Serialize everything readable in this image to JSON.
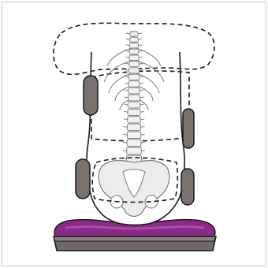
{
  "illustration": {
    "subject": "posterior-view-torso-spine-pelvis-lateral-supports-cushion",
    "colors": {
      "frame_border": "#c8c8c8",
      "outline": "#1a1a1a",
      "dashed_outline": "#1a1a1a",
      "spine_fill": "#f2f2f2",
      "spine_stroke": "#7a7a7a",
      "pelvis_fill": "#ececec",
      "support_pad_fill": "#7a716c",
      "support_pad_stroke": "#1a1a1a",
      "cushion_fill": "#8a2a86",
      "cushion_highlight": "#a94fa4",
      "base_fill": "#6f6867",
      "base_top": "#8a8382"
    },
    "elements": [
      "outer-frame",
      "upper-dashed-support-outline",
      "middle-dashed-support-outline",
      "pelvic-dashed-support-outline",
      "torso-outline",
      "spine",
      "rib-cage",
      "pelvis",
      "left-upper-lateral-pad",
      "right-upper-lateral-pad",
      "left-lower-lateral-pad",
      "right-lower-lateral-pad",
      "seat-cushion",
      "seat-base"
    ]
  }
}
